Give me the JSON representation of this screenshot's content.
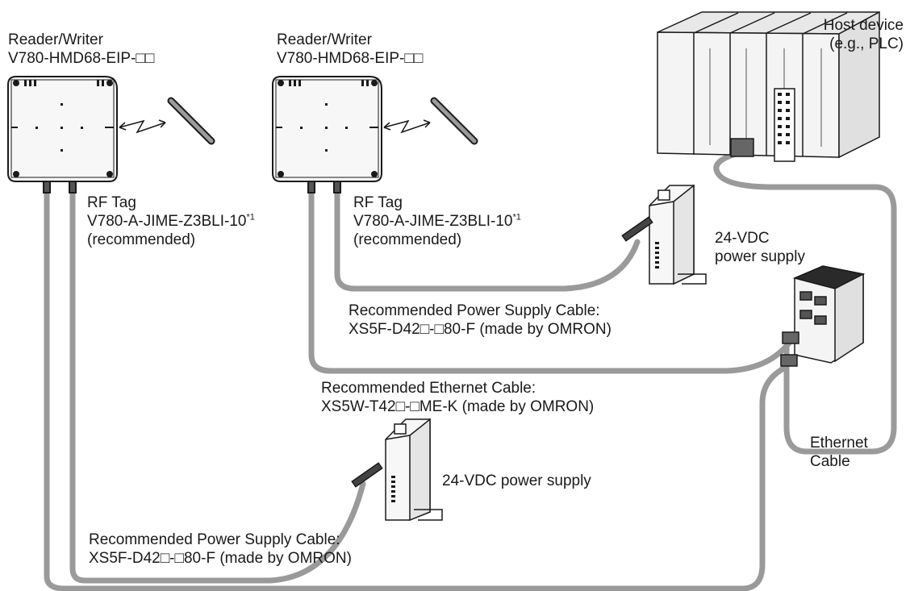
{
  "reader_left": {
    "title": "Reader/Writer",
    "model": "V780-HMD68-EIP-□□"
  },
  "reader_middle": {
    "title": "Reader/Writer",
    "model": "V780-HMD68-EIP-□□"
  },
  "host_device": {
    "line1": "Host device",
    "line2": "(e.g., PLC)"
  },
  "rf_tag_left": {
    "line1": "RF Tag",
    "model": "V780-A-JIME-Z3BLI-10",
    "note": "*1",
    "line3": "(recommended)"
  },
  "rf_tag_middle": {
    "line1": "RF Tag",
    "model": "V780-A-JIME-Z3BLI-10",
    "note": "*1",
    "line3": "(recommended)"
  },
  "psu_upper": {
    "line1": "24-VDC",
    "line2": "power supply"
  },
  "psu_lower": {
    "line1": "24-VDC power supply"
  },
  "power_cable_upper": {
    "line1": "Recommended Power Supply Cable:",
    "line2": "XS5F-D42□-□80-F (made by OMRON)"
  },
  "ethernet_cable_recommended": {
    "line1": "Recommended Ethernet Cable:",
    "line2": "XS5W-T42□-□ME-K (made by OMRON)"
  },
  "ethernet_cable_label": {
    "line1": "Ethernet",
    "line2": "Cable"
  },
  "power_cable_lower": {
    "line1": "Recommended Power Supply Cable:",
    "line2": "XS5F-D42□-□80-F (made by OMRON)"
  },
  "colors": {
    "cable": "#9a9a9a",
    "outline": "#1a1a1a",
    "device_fill": "#f4f4f4",
    "text": "#1a1a1a"
  }
}
